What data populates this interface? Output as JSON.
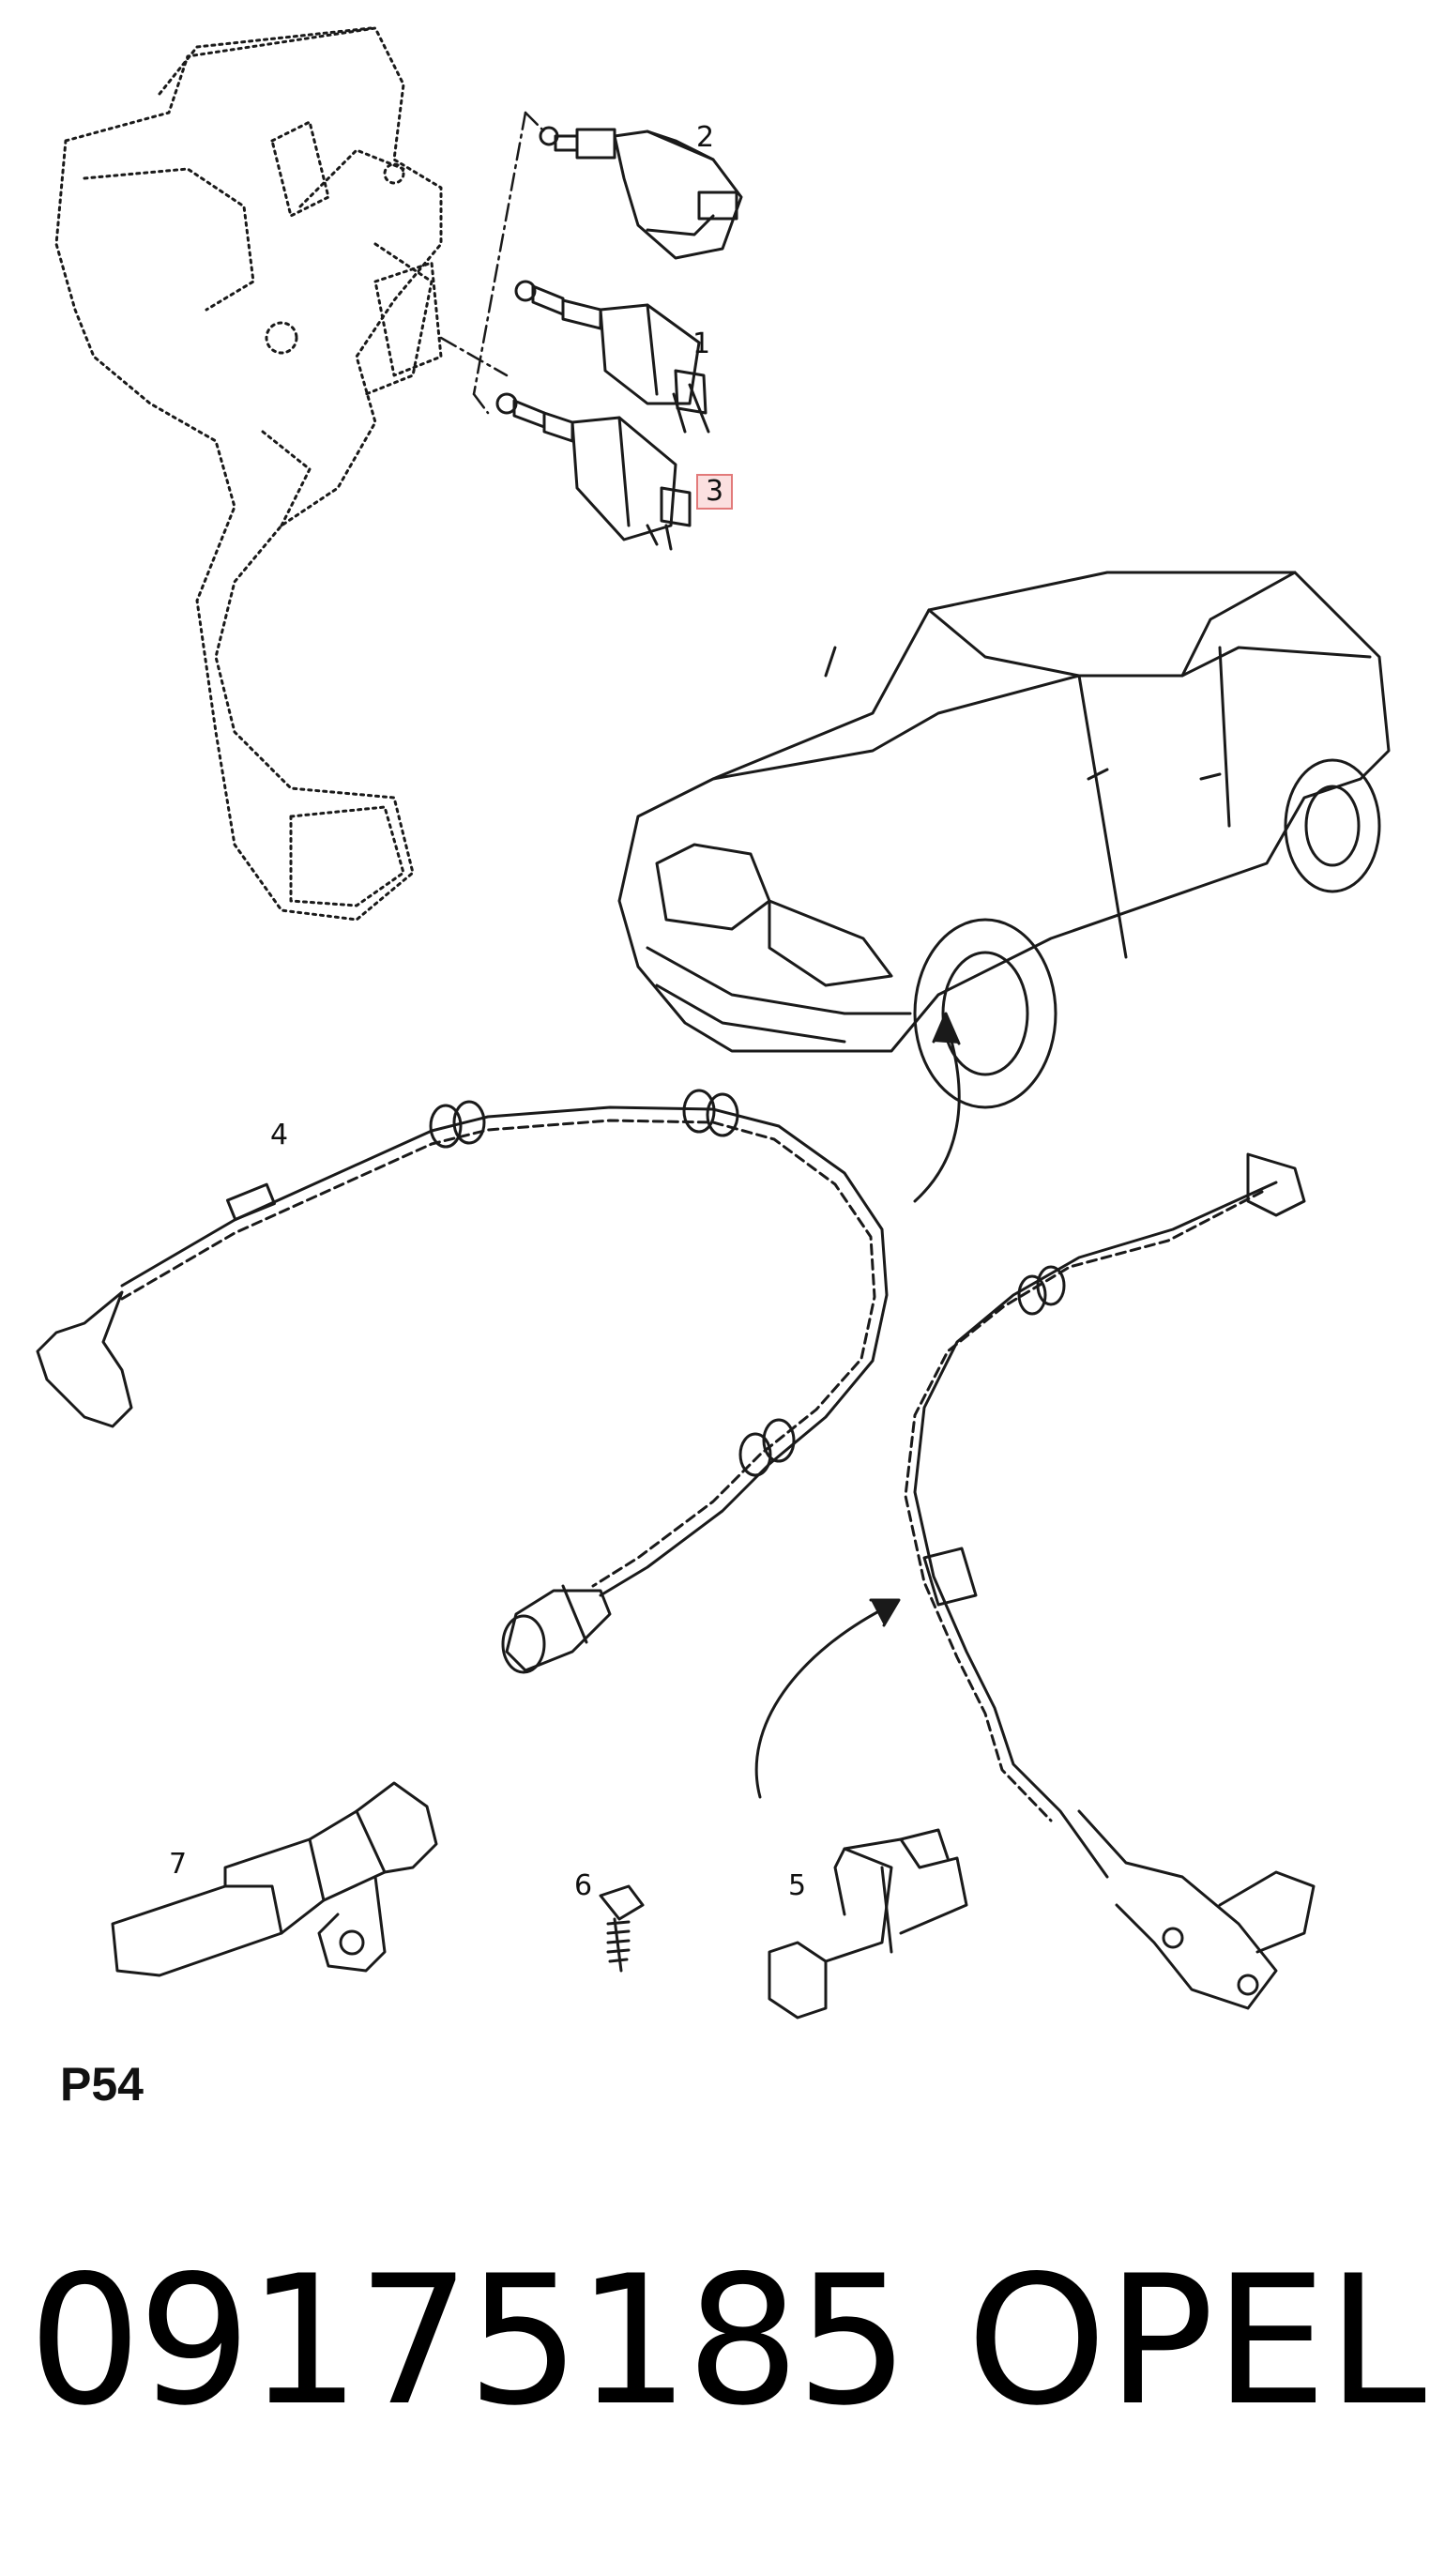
{
  "diagram": {
    "callouts": [
      "1",
      "2",
      "3",
      "4",
      "5",
      "6",
      "7"
    ],
    "highlighted_callout": "3",
    "page_code": "P54"
  },
  "footer": {
    "part_number": "09175185",
    "brand": "OPEL"
  },
  "colors": {
    "line": "#1a1a1a",
    "highlight_border": "#e27a7a",
    "highlight_fill": "#fbe0e0"
  }
}
